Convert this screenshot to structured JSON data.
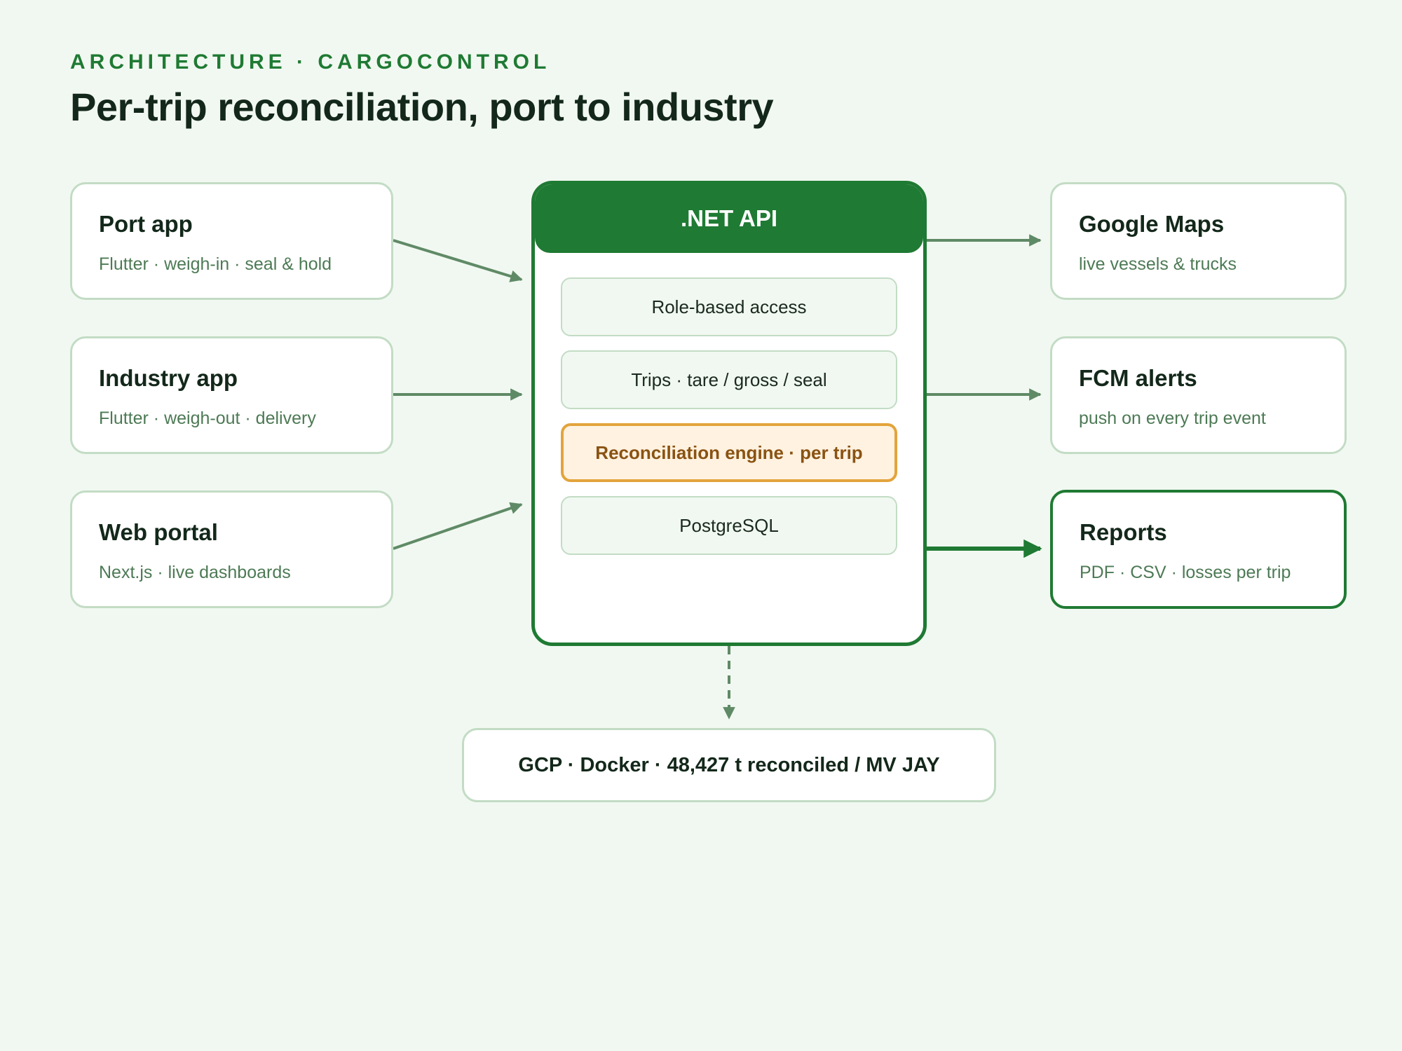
{
  "header": {
    "eyebrow": "ARCHITECTURE · CARGOCONTROL",
    "title": "Per-trip reconciliation, port to industry"
  },
  "clients": [
    {
      "title": "Port app",
      "subtitle": "Flutter · weigh-in · seal & hold"
    },
    {
      "title": "Industry app",
      "subtitle": "Flutter · weigh-out · delivery"
    },
    {
      "title": "Web portal",
      "subtitle": "Next.js · live dashboards"
    }
  ],
  "api": {
    "title": ".NET API",
    "layers": [
      {
        "label": "Role-based access",
        "highlight": false
      },
      {
        "label": "Trips · tare / gross / seal",
        "highlight": false
      },
      {
        "label": "Reconciliation engine · per trip",
        "highlight": true
      },
      {
        "label": "PostgreSQL",
        "highlight": false
      }
    ]
  },
  "outputs": [
    {
      "title": "Google Maps",
      "subtitle": "live vessels & trucks",
      "emphasized": false
    },
    {
      "title": "FCM alerts",
      "subtitle": "push on every trip event",
      "emphasized": false
    },
    {
      "title": "Reports",
      "subtitle": "PDF · CSV · losses per trip",
      "emphasized": true
    }
  ],
  "deployment": {
    "label": "GCP · Docker · 48,427 t reconciled / MV JAY"
  },
  "colors": {
    "background": "#f1f8f1",
    "brand_green": "#1f7a33",
    "arrow": "#5f8a66",
    "card_border": "#c3dcc5",
    "highlight_fill": "#fff2e1",
    "highlight_border": "#e3a43c",
    "highlight_text": "#8a5312"
  }
}
